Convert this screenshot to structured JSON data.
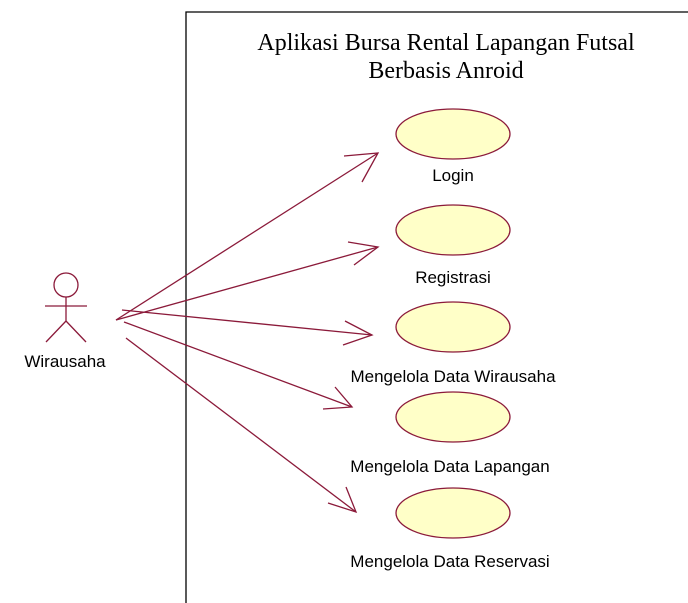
{
  "system": {
    "title_line1": "Aplikasi  Bursa Rental Lapangan Futsal",
    "title_line2": "Berbasis Anroid"
  },
  "actor": {
    "label": "Wirausaha"
  },
  "use_cases": [
    {
      "id": "login",
      "label": "Login"
    },
    {
      "id": "registrasi",
      "label": "Registrasi"
    },
    {
      "id": "mengelola-data-wirausaha",
      "label": "Mengelola Data Wirausaha"
    },
    {
      "id": "mengelola-data-lapangan",
      "label": "Mengelola Data Lapangan"
    },
    {
      "id": "mengelola-data-reservasi",
      "label": "Mengelola Data Reservasi"
    }
  ],
  "colors": {
    "usecase_fill": "#ffffc8",
    "line": "#8b1a3a"
  }
}
